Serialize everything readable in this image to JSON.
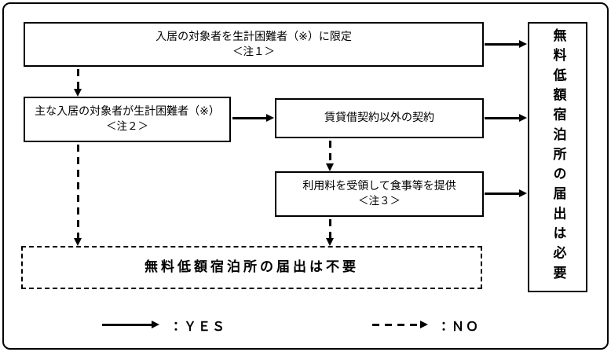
{
  "diagram": {
    "boxes": {
      "limit_residents": {
        "text": "入居の対象者を生計困難者（※）に限定",
        "note": "＜注１＞"
      },
      "main_residents": {
        "text": "主な入居の対象者が生計困難者（※）",
        "note": "＜注２＞"
      },
      "non_lease_contract": {
        "text": "賃貸借契約以外の契約"
      },
      "fee_meals": {
        "text": "利用料を受領して食事等を提供",
        "note": "＜注３＞"
      },
      "not_required": {
        "text": "無料低額宿泊所の届出は不要"
      },
      "required": {
        "text": "無料低額宿泊所の届出は必要"
      }
    },
    "legend": {
      "yes_label": "：ＹＥＳ",
      "no_label": "：ＮＯ"
    },
    "colors": {
      "line": "#000000",
      "background": "#ffffff"
    }
  }
}
